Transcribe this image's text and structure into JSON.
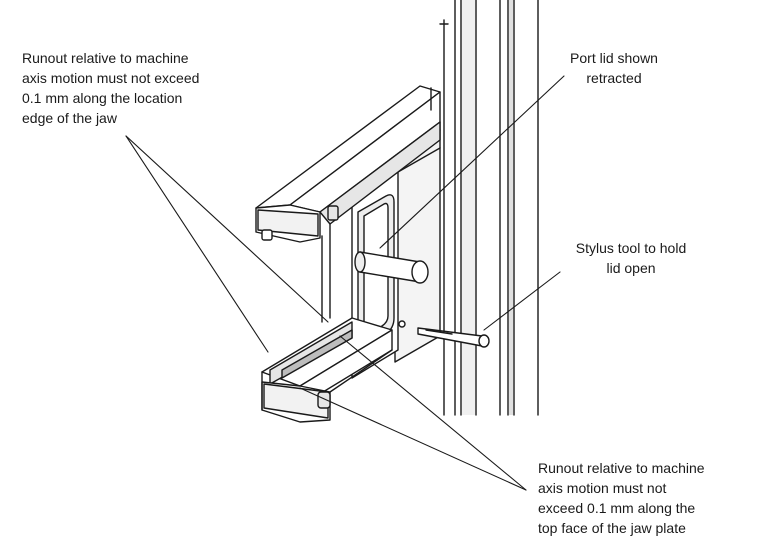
{
  "callouts": {
    "runout_edge": {
      "lines": [
        "Runout relative to machine",
        "axis motion must not exceed",
        "0.1 mm along the location",
        "edge of the jaw"
      ]
    },
    "port_lid": {
      "lines": [
        "Port lid shown",
        "retracted"
      ]
    },
    "stylus": {
      "lines": [
        "Stylus tool to hold",
        "lid open"
      ]
    },
    "runout_top": {
      "lines": [
        "Runout relative to machine",
        "axis motion must not",
        "exceed 0.1 mm along the",
        "top face of the jaw plate"
      ]
    }
  },
  "colors": {
    "line": "#1a1a1a",
    "fill": "#ffffff",
    "shade": "#e6e6e6",
    "dark_shade": "#bdbdbd"
  }
}
